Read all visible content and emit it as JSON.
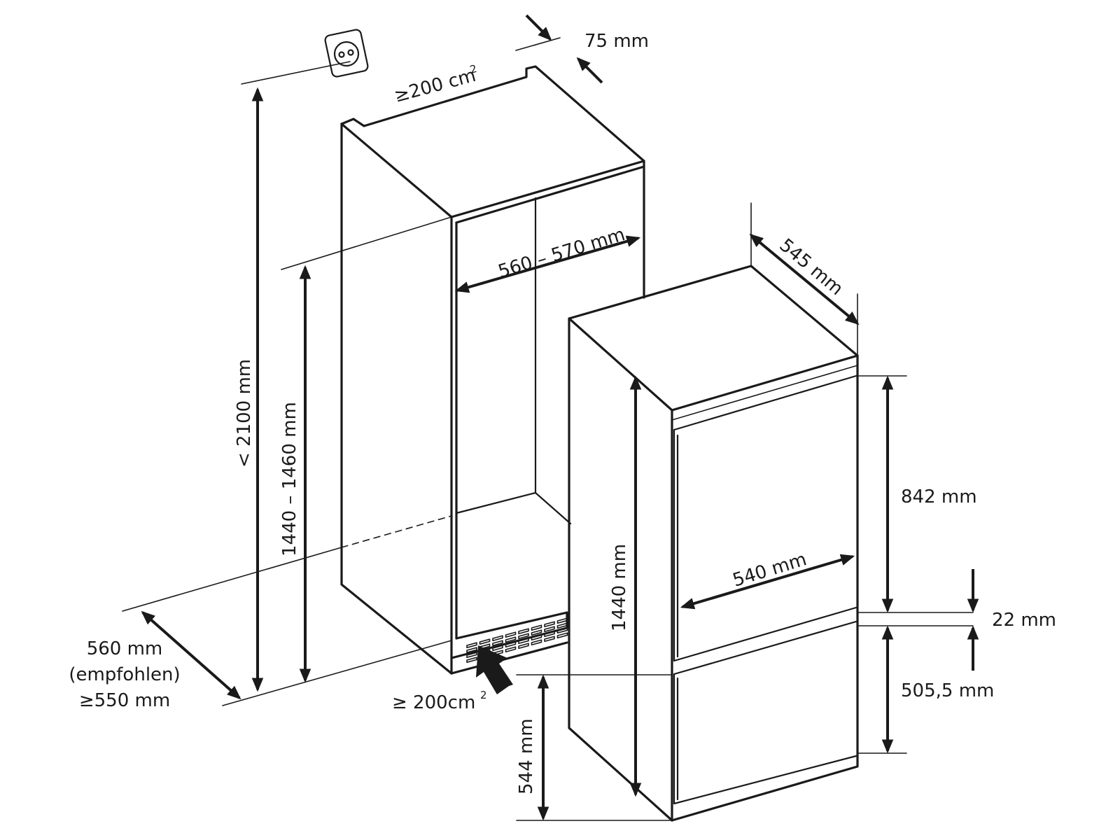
{
  "labels": {
    "top_opening_depth": "75 mm",
    "top_vent_area": "≥200 cm",
    "top_vent_area_sup": "2",
    "niche_width": "560 – 570 mm",
    "total_height": "< 2100 mm",
    "niche_height": "1440 – 1460 mm",
    "niche_depth_line1": "560 mm",
    "niche_depth_line2": "(empfohlen)",
    "niche_depth_line3": "≥550 mm",
    "bottom_vent_area": "≥ 200cm",
    "bottom_vent_area_sup": "2",
    "appliance_depth": "545 mm",
    "upper_door_height": "842 mm",
    "appliance_width": "540 mm",
    "door_gap": "22 mm",
    "lower_door_height": "505,5 mm",
    "appliance_height": "1440 mm",
    "lower_section_height": "544 mm"
  },
  "icons": {
    "power_socket": "power-socket-icon",
    "vent_grille": "ventilation-grille-icon",
    "airflow_arrow": "airflow-arrow-icon"
  },
  "colors": {
    "line": "#1a1a1a",
    "background": "#ffffff"
  }
}
